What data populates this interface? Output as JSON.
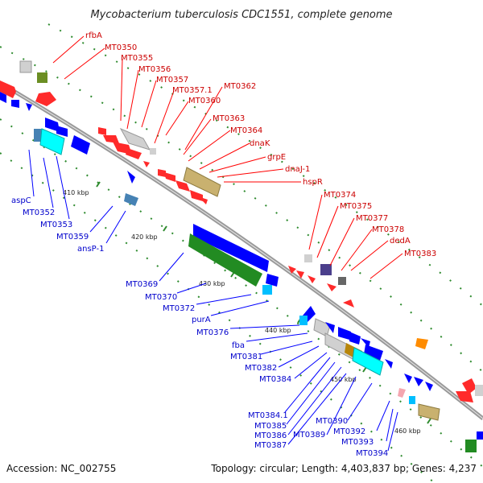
{
  "title": "Mycobacterium tuberculosis CDC1551, complete genome",
  "footer": {
    "accession": "Accession: NC_002755",
    "topology": "Topology: circular; Length: 4,403,837 bp; Genes: 4,237"
  },
  "kbp_labels": [
    "410 kbp",
    "420 kbp",
    "430 kbp",
    "440 kbp",
    "450 kbp",
    "460 kbp"
  ],
  "forward_labels": [
    "rfbA",
    "MT0350",
    "MT0355",
    "MT0356",
    "MT0357",
    "MT0357.1",
    "MT0360",
    "MT0362",
    "MT0363",
    "MT0364",
    "dnaK",
    "grpE",
    "dnaJ-1",
    "hspR",
    "MT0374",
    "MT0375",
    "MT0377",
    "MT0378",
    "dedA",
    "MT0383"
  ],
  "reverse_labels": [
    "aspC",
    "MT0352",
    "MT0353",
    "MT0359",
    "ansP-1",
    "MT0369",
    "MT0370",
    "MT0372",
    "purA",
    "MT0376",
    "fba",
    "MT0381",
    "MT0382",
    "MT0384",
    "MT0384.1",
    "MT0385",
    "MT0386",
    "MT0387",
    "MT0389",
    "MT0390",
    "MT0392",
    "MT0393",
    "MT0394"
  ],
  "colors": {
    "forward": "#ff0000",
    "reverse": "#0000ff",
    "backbone": "#808080",
    "tick": "#228b22"
  }
}
